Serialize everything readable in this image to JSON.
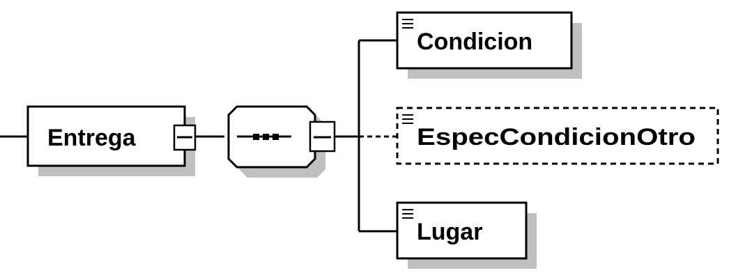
{
  "diagram": {
    "root": {
      "label": "Entrega"
    },
    "compositor": {
      "type": "sequence"
    },
    "children": [
      {
        "label": "Condicion",
        "optional": false
      },
      {
        "label": "EspecCondicionOtro",
        "optional": true
      },
      {
        "label": "Lugar",
        "optional": false
      }
    ]
  },
  "colors": {
    "line": "#000000",
    "shadow": "#c0c0c0",
    "box_fill": "#ffffff"
  }
}
